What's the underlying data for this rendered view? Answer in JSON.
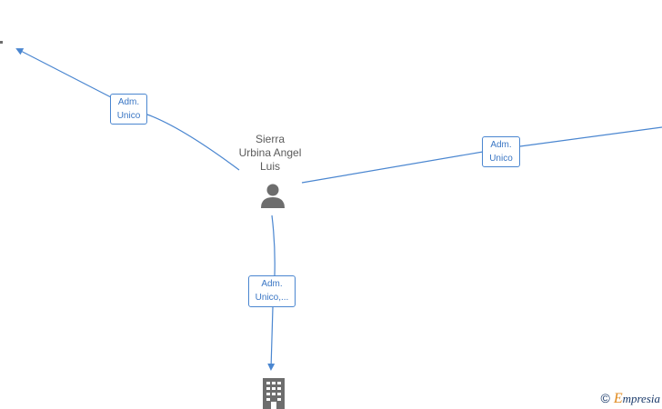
{
  "colors": {
    "edge": "#4a86d0",
    "label_text": "#3a76c4",
    "node_icon": "#6d6d6d",
    "brand_accent": "#e08a1e"
  },
  "nodes": {
    "center_person": {
      "icon": "person-icon",
      "name_lines": [
        "Sierra",
        "Urbina Angel",
        "Luis"
      ]
    },
    "bottom_company": {
      "icon": "building-icon"
    }
  },
  "edges": {
    "top_left": {
      "label_lines": [
        "Adm.",
        "Unico"
      ]
    },
    "right": {
      "label_lines": [
        "Adm.",
        "Unico"
      ]
    },
    "bottom": {
      "label_lines": [
        "Adm.",
        "Unico,..."
      ]
    }
  },
  "footer": {
    "copyright_symbol": "©",
    "brand_first_letter": "E",
    "brand_rest": "mpresia"
  }
}
